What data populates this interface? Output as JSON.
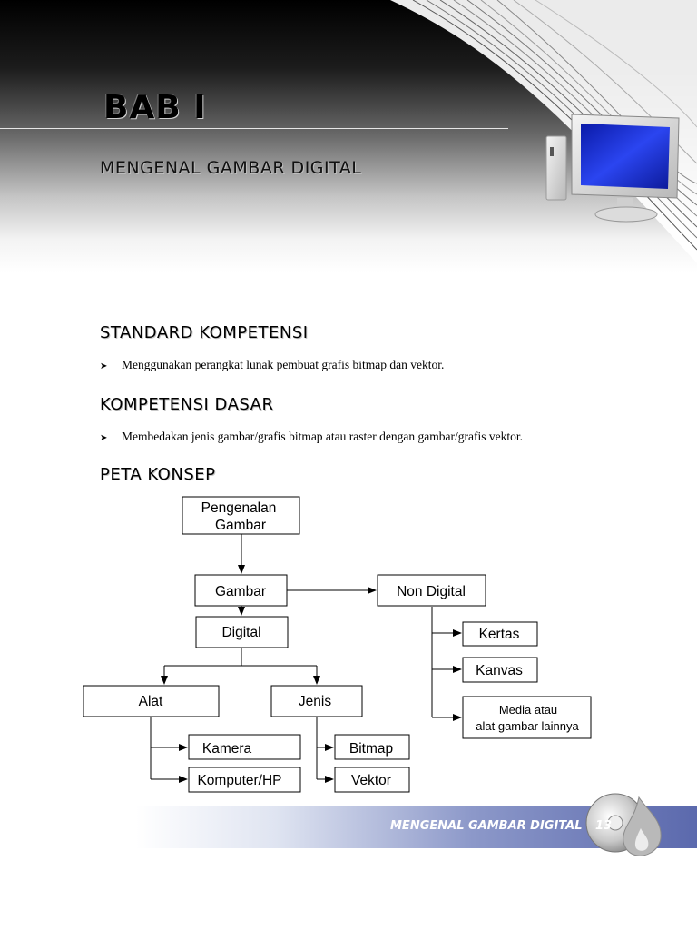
{
  "chapter": {
    "title": "BAB I",
    "subtitle": "MENGENAL GAMBAR DIGITAL"
  },
  "sections": {
    "standard": {
      "heading": "STANDARD KOMPETENSI",
      "bullet": "Menggunakan perangkat lunak pembuat grafis bitmap dan vektor."
    },
    "dasar": {
      "heading": "KOMPETENSI DASAR",
      "bullet": "Membedakan jenis gambar/grafis bitmap atau raster dengan gambar/grafis vektor."
    },
    "peta": {
      "heading": "PETA KONSEP"
    }
  },
  "concept_map": {
    "pengenalan_1": "Pengenalan",
    "pengenalan_2": "Gambar",
    "gambar": "Gambar",
    "non_digital": "Non Digital",
    "digital": "Digital",
    "kertas": "Kertas",
    "kanvas": "Kanvas",
    "media_1": "Media  atau",
    "media_2": "alat gambar lainnya",
    "alat": "Alat",
    "jenis": "Jenis",
    "kamera": "Kamera",
    "komputer": "Komputer/HP",
    "bitmap": "Bitmap",
    "vektor": "Vektor"
  },
  "footer": {
    "title": "MENGENAL GAMBAR DIGITAL",
    "page": "13"
  },
  "icons": {
    "computer": "monitor-icon",
    "disc": "disc-flame-icon",
    "bullet": "arrowhead-bullet"
  },
  "colors": {
    "footer_accent": "#5b69ad",
    "monitor_screen": "#1a2fd6"
  }
}
